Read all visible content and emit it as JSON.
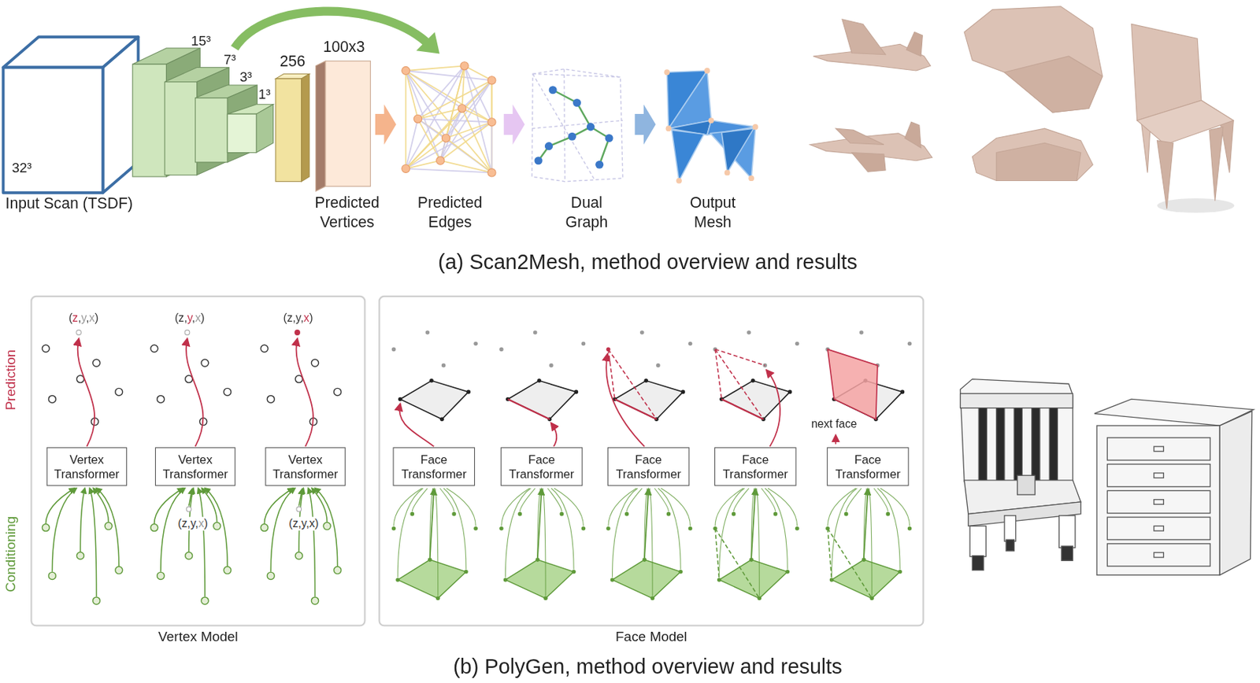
{
  "diagram": {
    "nodes": [
      {
        "text": [
          "Vertex Model"
        ]
      },
      {
        "text": [
          "Vertex Transformer"
        ],
        "in": 0
      },
      {
        "text": [
          "Vertex Transformer"
        ],
        "in": 0
      },
      {
        "text": [
          "Vertex Transformer"
        ],
        "in": 0
      },
      {
        "text": [
          "Face Model"
        ]
      },
      {
        "text": [
          "Face Transformer"
        ],
        "in": 4
      },
      {
        "text": [
          "Face Transformer"
        ],
        "in": 4
      },
      {
        "text": [
          "Face Transformer"
        ],
        "in": 4
      },
      {
        "text": [
          "Face Transformer"
        ],
        "in": 4
      },
      {
        "text": [
          "Face Transformer"
        ],
        "in": 4
      }
    ],
    "labels": [
      "32³",
      "15³",
      "7³",
      "3³",
      "1³",
      "256",
      "100x3",
      "Input Scan (TSDF)",
      "Predicted Vertices",
      "Predicted Edges",
      "Dual Graph",
      "Output Mesh",
      "(a) Scan2Mesh, method overview and results",
      "Prediction",
      "Conditioning",
      "(z,y,x)",
      "(z,y,x)",
      "(z,y,x)",
      "(z,y,x)",
      "(z,y,x)",
      "next face",
      "(b) PolyGen, method overview and results"
    ]
  }
}
